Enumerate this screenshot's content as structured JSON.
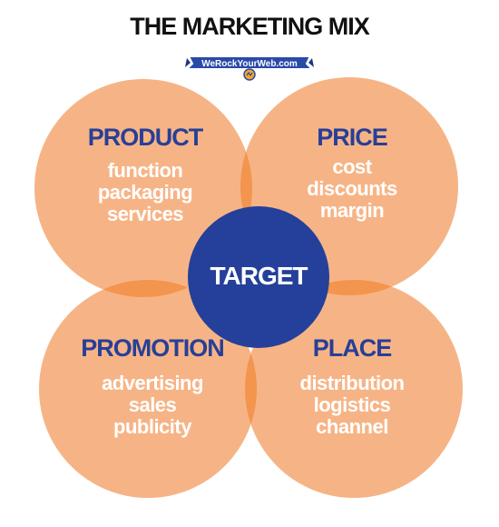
{
  "title": "THE MARKETING MIX",
  "logo": {
    "text": "WeRockYourWeb.com"
  },
  "center": {
    "label": "TARGET"
  },
  "quadrants": [
    {
      "heading": "PRODUCT",
      "items": [
        "function",
        "packaging",
        "services"
      ]
    },
    {
      "heading": "PRICE",
      "items": [
        "cost",
        "discounts",
        "margin"
      ]
    },
    {
      "heading": "PROMOTION",
      "items": [
        "advertising",
        "sales",
        "publicity"
      ]
    },
    {
      "heading": "PLACE",
      "items": [
        "distribution",
        "logistics",
        "channel"
      ]
    }
  ],
  "colors": {
    "circle_fill": "#f6b486",
    "overlap_fill": "#f3954e",
    "center_fill": "#24409a",
    "heading_text": "#283f97",
    "item_text": "#ffffff",
    "title_text": "#111111"
  }
}
